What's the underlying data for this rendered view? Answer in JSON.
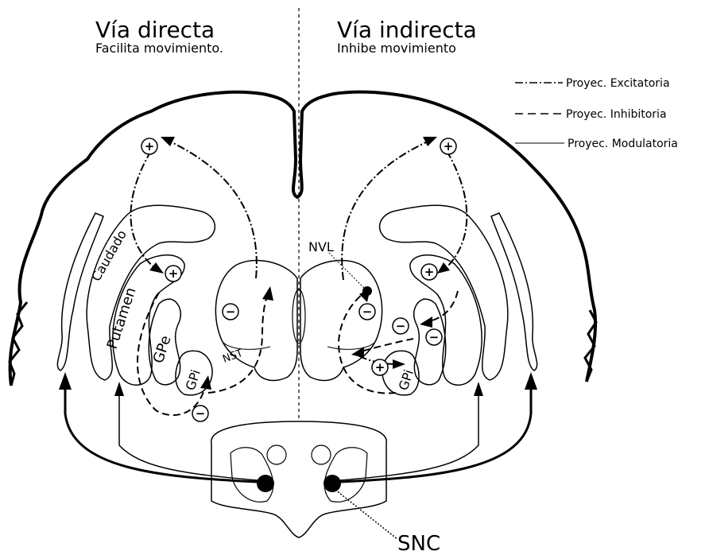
{
  "titles": {
    "left_title": "Vía directa",
    "left_subtitle": "Facilita movimiento.",
    "right_title": "Vía indirecta",
    "right_subtitle": "Inhibe movimiento"
  },
  "legend": {
    "excitatory": "Proyec. Excitatoria",
    "inhibitory": "Proyec. Inhibitoria",
    "modulatory": "Proyec. Modulatoria"
  },
  "structures": {
    "caudado": "Caudado",
    "putamen": "Putamen",
    "gpe": "GPe",
    "gpi_left": "GPi",
    "gpi_right": "GPi",
    "nst": "NST",
    "nvl": "NVL",
    "snc": "SNC"
  },
  "signs": {
    "plus": "+",
    "minus": "−"
  },
  "colors": {
    "line": "#000000",
    "background": "#ffffff"
  }
}
